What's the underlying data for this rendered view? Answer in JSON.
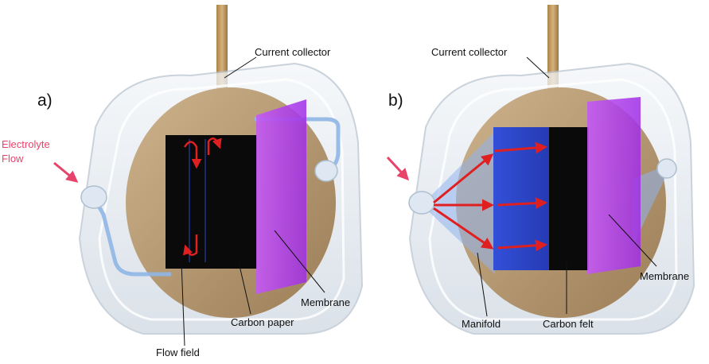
{
  "panel_a": {
    "letter": "a)",
    "labels": {
      "current_collector": "Current collector",
      "electrolyte_flow_line1": "Electrolyte",
      "electrolyte_flow_line2": "Flow",
      "membrane": "Membrane",
      "carbon_paper": "Carbon paper",
      "flow_field": "Flow field"
    }
  },
  "panel_b": {
    "letter": "b)",
    "labels": {
      "current_collector": "Current collector",
      "membrane": "Membrane",
      "manifold": "Manifold",
      "carbon_felt": "Carbon felt"
    }
  },
  "colors": {
    "flow_arrow": "#e8436b",
    "red_arrow": "#e02020",
    "membrane": "#b03cf0",
    "electrode": "#0a0a0a",
    "manifold_blue": "#2f4fe0",
    "backplate_gold": "#b89a72",
    "collector_tab": "#b8935a",
    "frame_glass": "#dfe6ee"
  }
}
